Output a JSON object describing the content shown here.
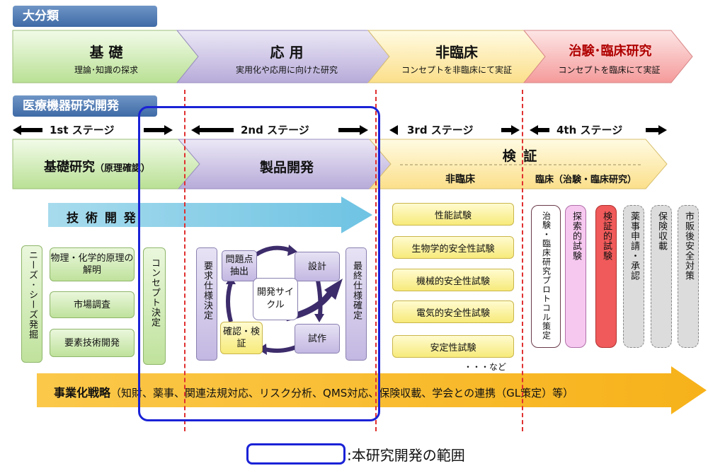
{
  "top_header": "大分類",
  "categories": [
    {
      "title": "基 礎",
      "subtitle": "理論･知識の探求"
    },
    {
      "title": "応 用",
      "subtitle": "実用化や応用に向けた研究"
    },
    {
      "title": "非臨床",
      "subtitle": "コンセプトを非臨床にて実証"
    },
    {
      "title": "治験･臨床研究",
      "subtitle": "コンセプトを臨床にて実証"
    }
  ],
  "section_header": "医療機器研究開発",
  "stages": [
    "1st ステージ",
    "2nd ステージ",
    "3rd ステージ",
    "4th ステージ"
  ],
  "phases": {
    "basic_research": "基礎研究",
    "basic_research_note": "（原理確認）",
    "product_dev": "製品開発",
    "verification": "検 証",
    "nonclinical": "非臨床",
    "clinical": "臨床（治験・臨床研究）"
  },
  "tech_dev": "技 術 開 発",
  "stage1": {
    "needs": "ニーズ･シーズ発掘",
    "boxes": [
      "物理・化学的原理の解明",
      "市場調査",
      "要素技術開発"
    ],
    "concept": "コンセプト決定"
  },
  "stage2": {
    "requirements": "要求仕様決定",
    "final_spec": "最終仕様確定",
    "cycle_center": "開発サイクル",
    "cycle_steps": [
      "問題点抽出",
      "設計",
      "試作",
      "確認・検証"
    ]
  },
  "stage3": {
    "tests": [
      "性能試験",
      "生物学的安全性試験",
      "機械的安全性試験",
      "電気的安全性試験",
      "安定性試験"
    ],
    "etc": "・・・など"
  },
  "stage4": {
    "items": [
      "治験・臨床研究プロトコル策定",
      "探索的試験",
      "検証的試験",
      "薬事申請・承認",
      "保険収載",
      "市販後安全対策"
    ]
  },
  "strategy": {
    "label": "事業化戦略",
    "detail": "（知財、薬事、関連法規対応、リスク分析、QMS対応、保険収載、学会との連携（GL策定）等）"
  },
  "legend": ":本研究開発の範囲",
  "colors": {
    "basic_green": "#c6e8a8",
    "applied_purple": "#c3b8e2",
    "nonclinical_yellow": "#fde99a",
    "clinical_red": "#f7a3a3",
    "scope_blue": "#1a22d6",
    "divider_red": "#e03030",
    "tech_arrow": "#8fd0e8",
    "strategy_arrow": "#f9b825"
  }
}
